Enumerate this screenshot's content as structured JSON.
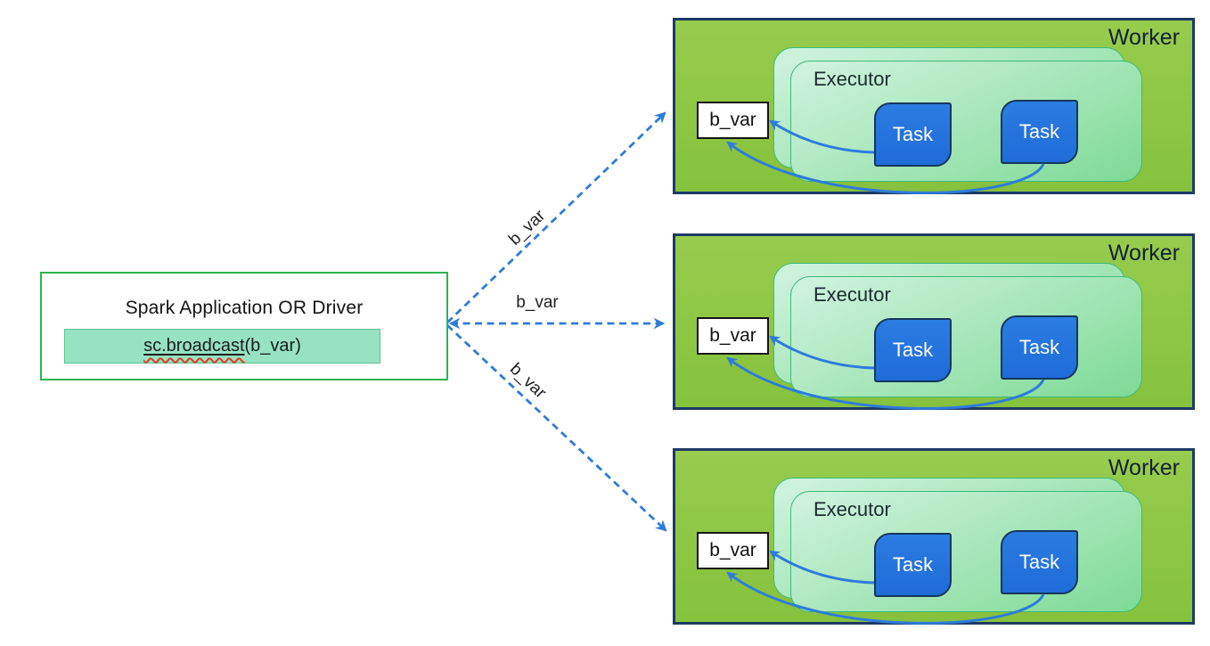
{
  "driver": {
    "title": "Spark Application OR Driver",
    "code_method": "sc.broadcast",
    "code_args": "(b_var)"
  },
  "arrows": [
    {
      "label": "b_var"
    },
    {
      "label": "b_var"
    },
    {
      "label": "b_var"
    }
  ],
  "workers": [
    {
      "label": "Worker",
      "executor_label": "Executor",
      "bvar_label": "b_var",
      "tasks": [
        "Task",
        "Task"
      ]
    },
    {
      "label": "Worker",
      "executor_label": "Executor",
      "bvar_label": "b_var",
      "tasks": [
        "Task",
        "Task"
      ]
    },
    {
      "label": "Worker",
      "executor_label": "Executor",
      "bvar_label": "b_var",
      "tasks": [
        "Task",
        "Task"
      ]
    }
  ],
  "colors": {
    "worker_fill_top": "#97cc4e",
    "worker_fill_bottom": "#85c23d",
    "worker_border": "#1d3a66",
    "executor_fill_top": "#cdf2dc",
    "executor_fill_bottom": "#7eda95",
    "executor_border": "#3cba79",
    "task_fill_top": "#2b7ce2",
    "task_fill_bottom": "#1f6cd8",
    "task_border": "#16365c",
    "task_text": "#ffffff",
    "bvar_fill": "#ffffff",
    "bvar_border": "#151515",
    "driver_border": "#2db450",
    "driver_fill": "#ffffff",
    "code_fill": "#96e2c3",
    "code_border": "#5bc493",
    "arrow_blue": "#2e7bdb",
    "label_text": "#1f1f1f",
    "squiggle_red": "#e03b24"
  }
}
